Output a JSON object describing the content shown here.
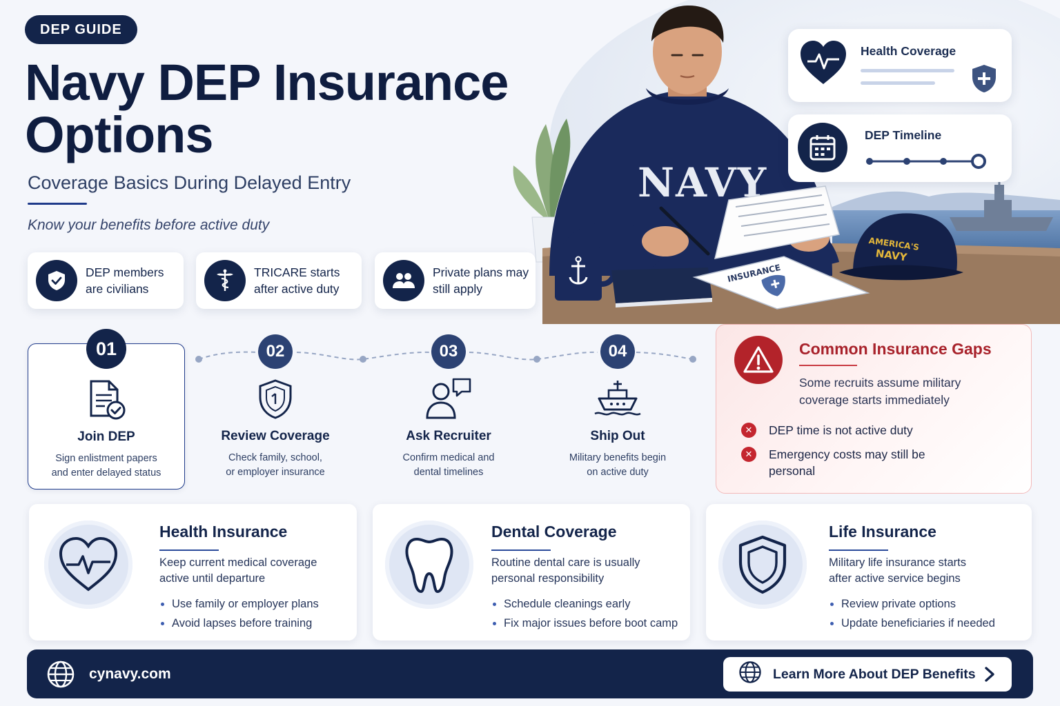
{
  "header": {
    "badge": "DEP GUIDE",
    "title": "Navy DEP Insurance Options",
    "subtitle": "Coverage Basics During Delayed Entry",
    "tagline": "Know your benefits before active duty"
  },
  "facts": [
    {
      "icon": "shield-check-icon",
      "text": "DEP members\nare civilians"
    },
    {
      "icon": "caduceus-icon",
      "text": "TRICARE starts\nafter active duty"
    },
    {
      "icon": "people-icon",
      "text": "Private plans may\nstill apply"
    }
  ],
  "scene": {
    "hoodie_text": "NAVY",
    "document_text": "INSURANCE",
    "cap_text_line1": "AMERICA'S",
    "cap_text_line2": "NAVY",
    "cards": [
      {
        "icon": "heartbeat-icon",
        "label": "Health Coverage"
      },
      {
        "icon": "calendar-icon",
        "label": "DEP Timeline"
      }
    ]
  },
  "timeline": [
    {
      "number": "01",
      "title": "Join DEP",
      "desc": "Sign enlistment papers\nand enter delayed status",
      "icon": "document-check-icon"
    },
    {
      "number": "02",
      "title": "Review Coverage",
      "desc": "Check family, school,\nor employer insurance",
      "icon": "shield-icon"
    },
    {
      "number": "03",
      "title": "Ask Recruiter",
      "desc": "Confirm medical and\ndental timelines",
      "icon": "person-chat-icon"
    },
    {
      "number": "04",
      "title": "Ship Out",
      "desc": "Military benefits begin\non active duty",
      "icon": "ship-icon"
    }
  ],
  "gaps": {
    "title": "Common Insurance Gaps",
    "intro": "Some recruits assume military\ncoverage starts immediately",
    "items": [
      "DEP time is not active duty",
      "Emergency costs may still be\npersonal"
    ]
  },
  "cards": [
    {
      "title": "Health Insurance",
      "desc": "Keep current medical coverage\nactive until departure",
      "bullets": [
        "Use family or employer plans",
        "Avoid lapses before training"
      ],
      "icon": "heartbeat-icon"
    },
    {
      "title": "Dental Coverage",
      "desc": "Routine dental care is usually\npersonal responsibility",
      "bullets": [
        "Schedule cleanings early",
        "Fix major issues before boot camp"
      ],
      "icon": "tooth-icon"
    },
    {
      "title": "Life Insurance",
      "desc": "Military life insurance starts\nafter active service begins",
      "bullets": [
        "Review private options",
        "Update beneficiaries if needed"
      ],
      "icon": "shield-icon"
    }
  ],
  "footer": {
    "site": "cynavy.com",
    "cta": "Learn More About DEP Benefits"
  },
  "colors": {
    "navy": "#13244a",
    "alert_red": "#b3232a",
    "background": "#f4f6fb"
  }
}
